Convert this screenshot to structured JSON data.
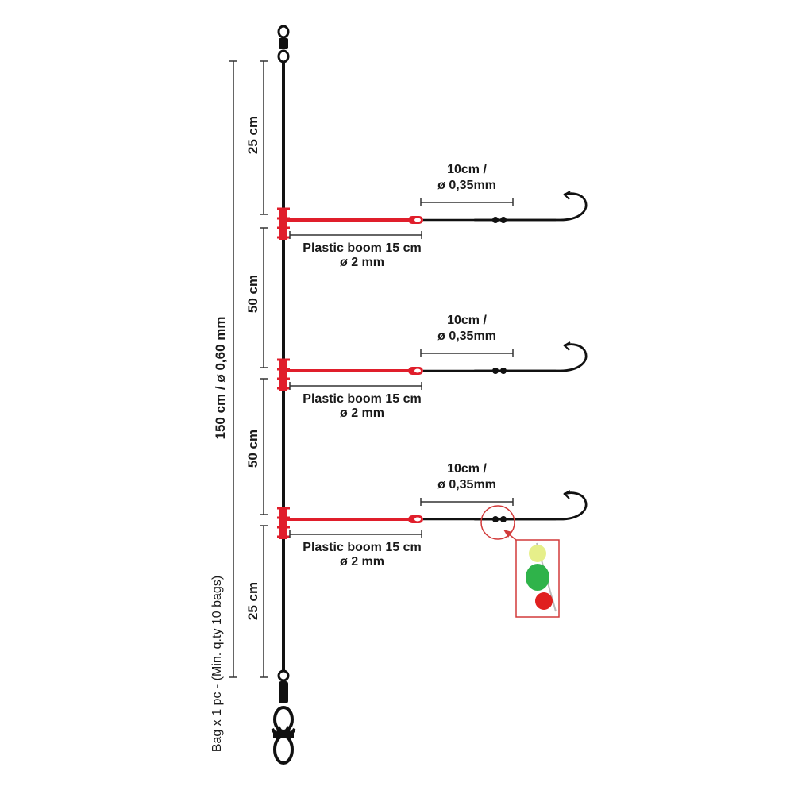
{
  "colors": {
    "line": "#111111",
    "boom": "#e01e2b",
    "dim": "#333333",
    "zoom_frame": "#d23a3a",
    "bead_yellow": "#e6ef8a",
    "bead_green": "#2fb34a",
    "bead_red": "#e0201f"
  },
  "segments": {
    "top": "25 cm",
    "middle_1": "50 cm",
    "middle_2": "50 cm",
    "bottom": "25 cm"
  },
  "total_length": "150 cm / ø 0,60 mm",
  "packaging": "Bag x 1 pc - (Min. q.ty 10 bags)",
  "branches": [
    {
      "snood_line1": "10cm /",
      "snood_line2": "ø 0,35mm",
      "boom_line1": "Plastic boom 15 cm",
      "boom_line2": "ø 2 mm"
    },
    {
      "snood_line1": "10cm /",
      "snood_line2": "ø 0,35mm",
      "boom_line1": "Plastic boom 15 cm",
      "boom_line2": "ø 2 mm"
    },
    {
      "snood_line1": "10cm /",
      "snood_line2": "ø 0,35mm",
      "boom_line1": "Plastic boom 15 cm",
      "boom_line2": "ø 2 mm"
    }
  ],
  "icons": {
    "top_swivel": "swivel-icon",
    "bottom_snap": "snap-swivel-icon",
    "hook": "hook-icon",
    "beads": "bead-detail-icon"
  }
}
